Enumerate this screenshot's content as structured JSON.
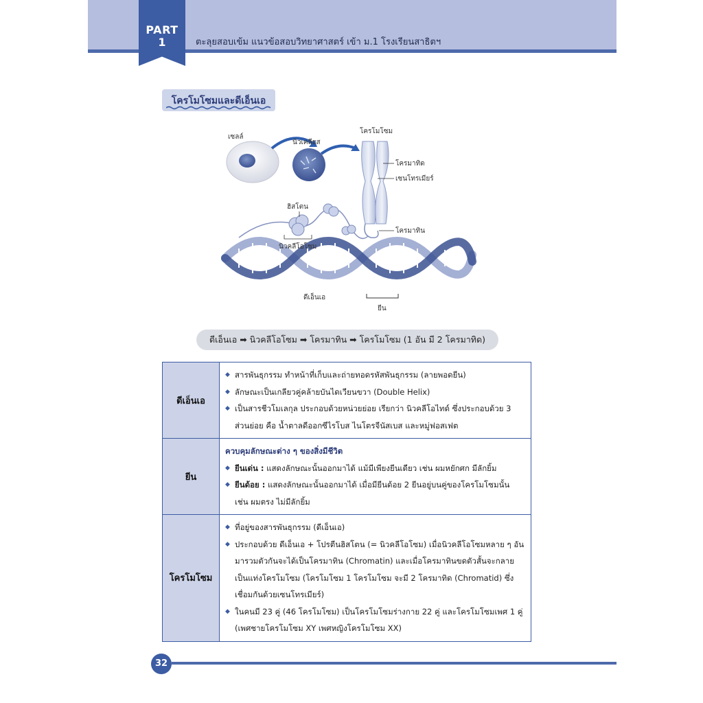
{
  "header": {
    "part_word": "PART",
    "part_num": "1",
    "title": "ตะลุยสอบเข้ม แนวข้อสอบวิทยาศาสตร์ เข้า ม.1 โรงเรียนสาธิตฯ"
  },
  "section": {
    "title": "โครโมโซมและดีเอ็นเอ"
  },
  "illustration": {
    "labels": {
      "cell": "เซลล์",
      "nucleus": "นิวเคลียส",
      "chromosome": "โครโมโซม",
      "chromatid": "โครมาทิด",
      "centromere": "เซนโทรเมียร์",
      "histone": "ฮิสโตน",
      "chromatin": "โครมาทิน",
      "nucleosome": "นิวคลีโอโซม",
      "dna": "ดีเอ็นเอ",
      "gene": "ยีน"
    }
  },
  "pathway": {
    "text": "ดีเอ็นเอ ➡ นิวคลีโอโซม ➡ โครมาทิน ➡ โครโมโซม (1 อัน มี 2 โครมาทิด)"
  },
  "table": {
    "rows": [
      {
        "term": "ดีเอ็นเอ",
        "bullets": [
          "สารพันธุกรรม ทำหน้าที่เก็บและถ่ายทอดรหัสพันธุกรรม (ลายพอดยีน)",
          "ลักษณะเป็นเกลียวคู่คล้ายบันไดเวียนขวา (Double Helix)",
          "เป็นสารชีวโมเลกุล ประกอบด้วยหน่วยย่อย เรียกว่า นิวคลีโอไทด์ ซึ่งประกอบด้วย 3 ส่วนย่อย คือ น้ำตาลดีออกซีไรโบส ไนโตรจีนัสเบส และหมู่ฟอสเฟต"
        ]
      },
      {
        "term": "ยีน",
        "heading": "ควบคุมลักษณะต่าง ๆ ของสิ่งมีชีวิต",
        "items": [
          {
            "label": "ยีนเด่น :",
            "text": " แสดงลักษณะนั้นออกมาได้ แม้มีเพียงยีนเดียว เช่น ผมหยักศก มีลักยิ้ม"
          },
          {
            "label": "ยีนด้อย :",
            "text": " แสดงลักษณะนั้นออกมาได้ เมื่อมียีนด้อย 2 ยีนอยู่บนคู่ของโครโมโซมนั้น เช่น ผมตรง ไม่มีลักยิ้ม"
          }
        ]
      },
      {
        "term": "โครโมโซม",
        "bullets": [
          "ที่อยู่ของสารพันธุกรรม (ดีเอ็นเอ)",
          "ประกอบด้วย ดีเอ็นเอ + โปรตีนฮิสโตน (= นิวคลีโอโซม) เมื่อนิวคลีโอโซมหลาย ๆ อันมารวมตัวกันจะได้เป็นโครมาทิน (Chromatin) และเมื่อโครมาทินขดตัวสั้นจะกลายเป็นแท่งโครโมโซม (โครโมโซม 1 โครโมโซม จะมี 2 โครมาทิด (Chromatid) ซึ่งเชื่อมกันด้วยเซนโทรเมียร์)",
          "ในคนมี 23 คู่ (46 โครโมโซม) เป็นโครโมโซมร่างกาย 22 คู่ และโครโมโซมเพศ 1 คู่ (เพศชายโครโมโซม XY เพศหญิงโครโมโซม XX)"
        ]
      }
    ]
  },
  "footer": {
    "page_number": "32"
  },
  "colors": {
    "accent": "#3c5ca3",
    "header_band": "#b6bedf",
    "term_cell": "#ccd3e8",
    "pathway_bg": "#d9dce3"
  }
}
